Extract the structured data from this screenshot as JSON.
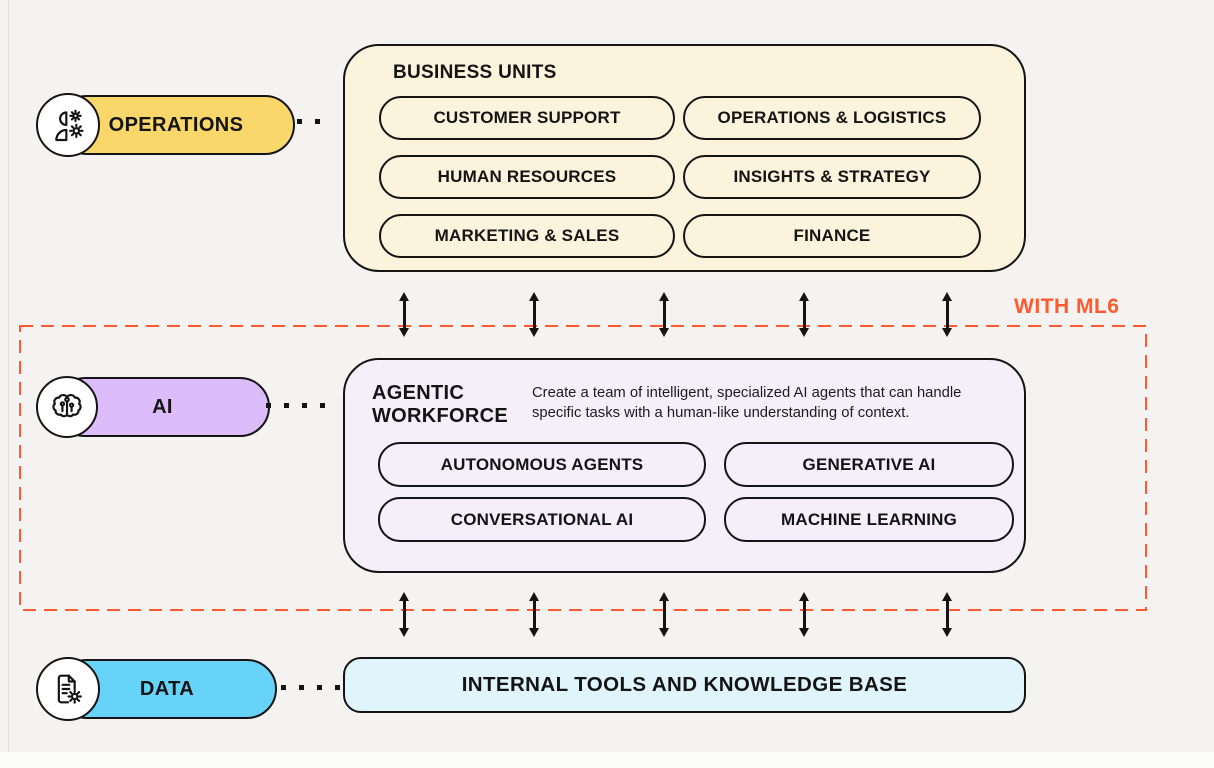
{
  "colors": {
    "canvas_bg": "#f4f3f1",
    "operations_pill": "#f9d76b",
    "ai_pill": "#ddbcfb",
    "data_pill": "#67d3f8",
    "business_units_bg": "#fbf3dc",
    "agentic_workforce_bg": "#f5effa",
    "internal_tools_bg": "#e0f4fc",
    "ml6_accent": "#ff5a2d",
    "line_black": "#141414"
  },
  "lanes": {
    "operations": {
      "label": "OPERATIONS",
      "icon": "person-gear-icon"
    },
    "ai": {
      "label": "AI",
      "icon": "brain-circuit-icon"
    },
    "data": {
      "label": "DATA",
      "icon": "document-gear-icon"
    }
  },
  "business_units": {
    "title": "BUSINESS UNITS",
    "items": [
      "CUSTOMER SUPPORT",
      "OPERATIONS & LOGISTICS",
      "HUMAN RESOURCES",
      "INSIGHTS & STRATEGY",
      "MARKETING & SALES",
      "FINANCE"
    ]
  },
  "agentic_workforce": {
    "title": "AGENTIC WORKFORCE",
    "description": "Create a team of intelligent, specialized AI agents that can handle specific tasks with a human-like understanding of context.",
    "items": [
      "AUTONOMOUS AGENTS",
      "GENERATIVE AI",
      "CONVERSATIONAL AI",
      "MACHINE LEARNING"
    ]
  },
  "internal_tools": {
    "label": "INTERNAL TOOLS AND KNOWLEDGE BASE"
  },
  "annotation": {
    "label": "WITH ML6"
  }
}
